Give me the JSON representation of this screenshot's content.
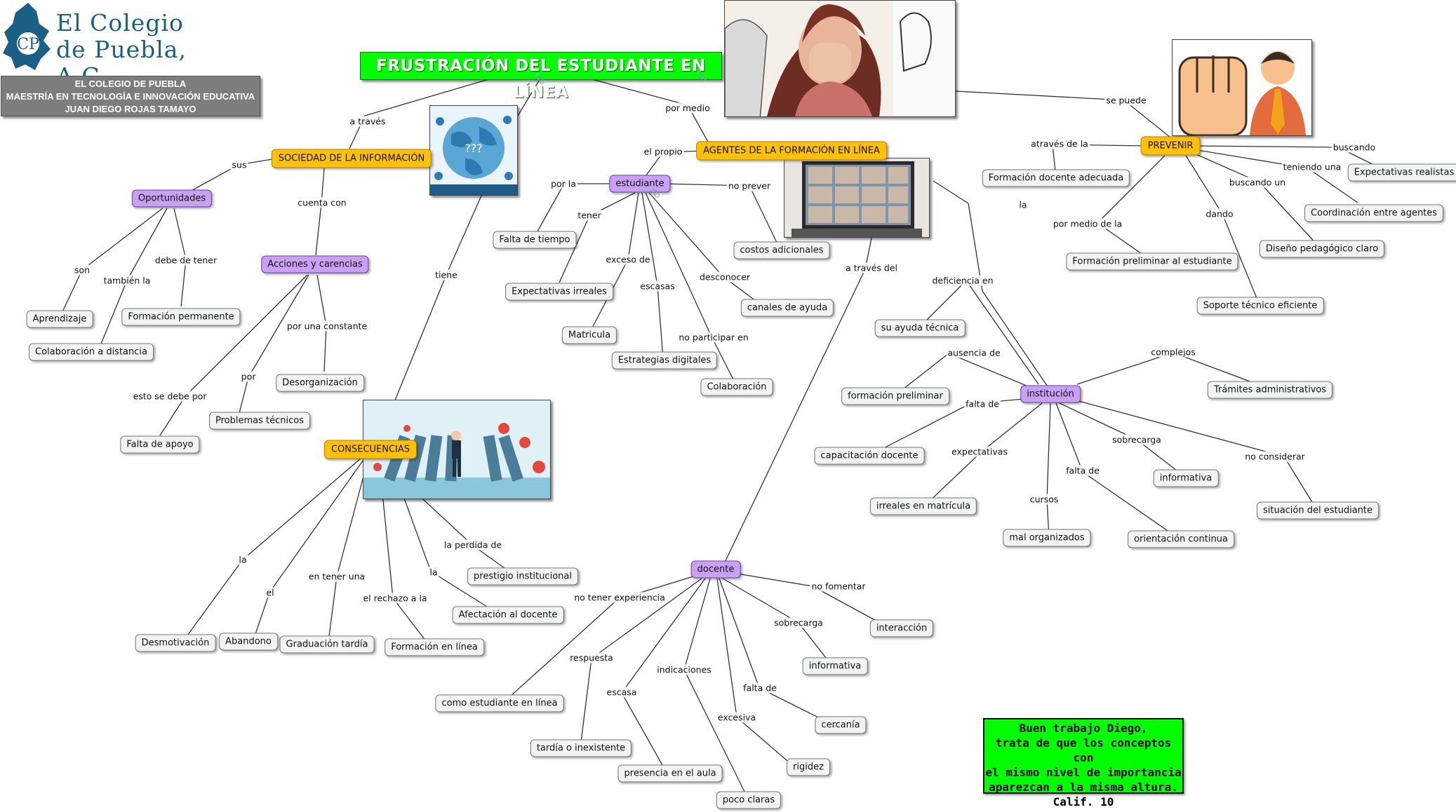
{
  "logo": {
    "line1": "El Colegio",
    "line2": "de Puebla, A.C."
  },
  "info": [
    "EL COLEGIO DE PUEBLA",
    "MAESTRÍA EN TECNOLOGÍA E INNOVACIÓN EDUCATIVA",
    "JUAN DIEGO ROJAS TAMAYO"
  ],
  "title": "FRUSTRACIÓN DEL ESTUDIANTE EN LÍNEA",
  "feedback": [
    "Buen trabajo Diego,",
    "trata de que los conceptos con",
    "el mismo nivel de importancia",
    "aparezcan a la misma altura.",
    "Calif. 10"
  ],
  "colors": {
    "main_node": "#ffc107",
    "sub_node": "#c9a0f2",
    "leaf_node": "#f2f4f3",
    "title_bg": "#00ff00",
    "line": "#333333"
  },
  "nodes": {
    "sociedad": "SOCIEDAD DE LA INFORMACIÓN",
    "agentes": "AGENTES DE LA FORMACIÓN EN LÍNEA",
    "prevenir": "PREVENIR",
    "consecuencias": "CONSECUENCIAS",
    "oportunidades": "Oportunidades",
    "acciones": "Acciones y carencias",
    "estudiante": "estudiante",
    "institucion": "institución",
    "docente": "docente",
    "aprendizaje": "Aprendizaje",
    "colab_distancia": "Colaboración a distancia",
    "formacion_permanente": "Formación permanente",
    "falta_apoyo": "Falta de apoyo",
    "problemas_tecnicos": "Problemas técnicos",
    "desorganizacion": "Desorganización",
    "falta_tiempo": "Falta de tiempo",
    "expectativas_irreales": "Expectativas irreales",
    "matricula": "Matricula",
    "estrategias_digitales": "Estrategias digitales",
    "colaboracion": "Colaboración",
    "costos": "costos adicionales",
    "canales": "canales de ayuda",
    "formacion_docente": "Formación docente adecuada",
    "expectativas_realistas": "Expectativas realistas",
    "coordinacion": "Coordinación entre agentes",
    "diseno": "Diseño pedagógico claro",
    "formacion_preliminar_est": "Formación preliminar al estudiante",
    "soporte": "Soporte técnico eficiente",
    "su_ayuda": "su ayuda técnica",
    "formacion_preliminar": "formación preliminar",
    "capacitacion": "capacitación docente",
    "irreales_matricula": "irreales en matrícula",
    "mal_organizados": "mal organizados",
    "orientacion": "orientación continua",
    "informativa_inst": "informativa",
    "situacion": "situación del estudiante",
    "tramites": "Trámites administrativos",
    "desmotivacion": "Desmotivación",
    "abandono": "Abandono",
    "graduacion": "Graduación tardía",
    "formacion_linea": "Formación en línea",
    "afectacion": "Afectación al docente",
    "prestigio": "prestigio institucional",
    "como_estudiante": "como estudiante en línea",
    "tardia": "tardía o inexistente",
    "presencia": "presencia en el aula",
    "poco_claras": "poco claras",
    "rigidez": "rigidez",
    "cercania": "cercanía",
    "informativa_doc": "informativa",
    "interaccion": "interacción"
  },
  "labels": {
    "a_traves": "a través",
    "por_medio": "por medio",
    "se_puede": "se puede",
    "sus": "sus",
    "cuenta_con": "cuenta con",
    "tiene": "tiene",
    "son": "son",
    "tambien_la": "también la",
    "debe_de_tener": "debe de tener",
    "esto_se_debe_por": "esto se debe por",
    "por": "por",
    "por_una_constante": "por una constante",
    "el_propio": "el propio",
    "por_la": "por la",
    "tener": "tener",
    "exceso_de": "exceso de",
    "escasas": "escasas",
    "desconocer": "desconocer",
    "no_participar_en": "no participar en",
    "no_prever": "no prever",
    "la_inst": "la",
    "a_traves_del": "a través del",
    "traves_de_la": "através de la",
    "buscando": "buscando",
    "teniendo_una": "teniendo una",
    "buscando_un": "buscando un",
    "dando": "dando",
    "por_medio_de_la": "por medio de la",
    "deficiencia_en": "deficiencia en",
    "ausencia_de": "ausencia de",
    "falta_de_inst": "falta de",
    "expectativas": "expectativas",
    "cursos": "cursos",
    "falta_de_inst2": "falta de",
    "sobrecarga_inst": "sobrecarga",
    "no_considerar": "no considerar",
    "complejos": "complejos",
    "la_cons": "la",
    "el_cons": "el",
    "en_tener_una": "en tener una",
    "el_rechazo_a_la": "el rechazo a la",
    "la_cons2": "la",
    "la_perdida_de": "la perdida de",
    "no_tener_experiencia": "no tener experiencia",
    "respuesta": "respuesta",
    "escasa": "escasa",
    "indicaciones": "indicaciones",
    "falta_de_doc": "falta de",
    "excesiva": "excesiva",
    "sobrecarga_doc": "sobrecarga",
    "no_fomentar": "no fomentar"
  }
}
